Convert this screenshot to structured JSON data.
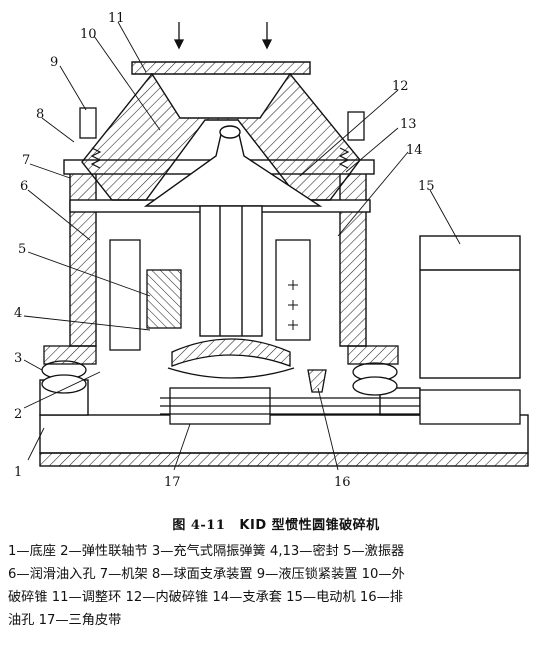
{
  "figure": {
    "callouts": [
      "1",
      "2",
      "3",
      "4",
      "5",
      "6",
      "7",
      "8",
      "9",
      "10",
      "11",
      "12",
      "13",
      "14",
      "15",
      "16",
      "17"
    ]
  },
  "caption": {
    "number": "图 4-11",
    "title": "KID 型惯性圆锥破碎机"
  },
  "legend": {
    "line1": "1—底座  2—弹性联轴节  3—充气式隔振弹簧  4,13—密封  5—激振器",
    "line2": "6—润滑油入孔  7—机架  8—球面支承装置  9—液压锁紧装置  10—外",
    "line3": "破碎锥  11—调整环  12—内破碎锥  14—支承套  15—电动机  16—排",
    "line4": "油孔  17—三角皮带"
  }
}
